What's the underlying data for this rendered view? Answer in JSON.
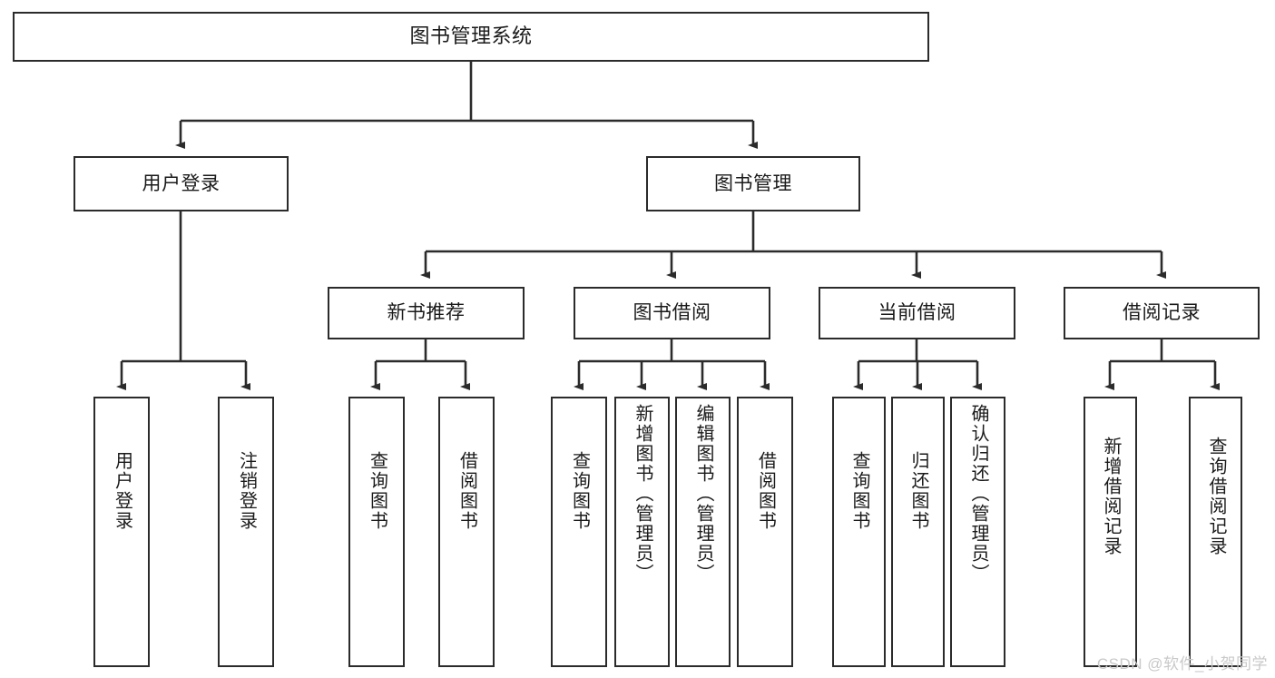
{
  "diagram": {
    "type": "tree-hierarchy",
    "title": "图书管理系统",
    "root": {
      "label": "图书管理系统"
    },
    "level2": [
      {
        "label": "用户登录"
      },
      {
        "label": "图书管理"
      }
    ],
    "level3": [
      {
        "label": "新书推荐"
      },
      {
        "label": "图书借阅"
      },
      {
        "label": "当前借阅"
      },
      {
        "label": "借阅记录"
      }
    ],
    "leaves": {
      "user_login": [
        {
          "label": "用户登录"
        },
        {
          "label": "注销登录"
        }
      ],
      "new_book_recommend": [
        {
          "label": "查询图书"
        },
        {
          "label": "借阅图书"
        }
      ],
      "book_borrow": [
        {
          "label": "查询图书"
        },
        {
          "label": "新增图书（管理员）"
        },
        {
          "label": "编辑图书（管理员）"
        },
        {
          "label": "借阅图书"
        }
      ],
      "current_borrow": [
        {
          "label": "查询图书"
        },
        {
          "label": "归还图书"
        },
        {
          "label": "确认归还（管理员）"
        }
      ],
      "borrow_record": [
        {
          "label": "新增借阅记录"
        },
        {
          "label": "查询借阅记录"
        }
      ]
    },
    "watermark": "CSDN @软件_小贺同学",
    "colors": {
      "border": "#2b2b2b",
      "text": "#1a1a1a",
      "background": "#ffffff",
      "watermark": "#c9c9c9"
    }
  }
}
